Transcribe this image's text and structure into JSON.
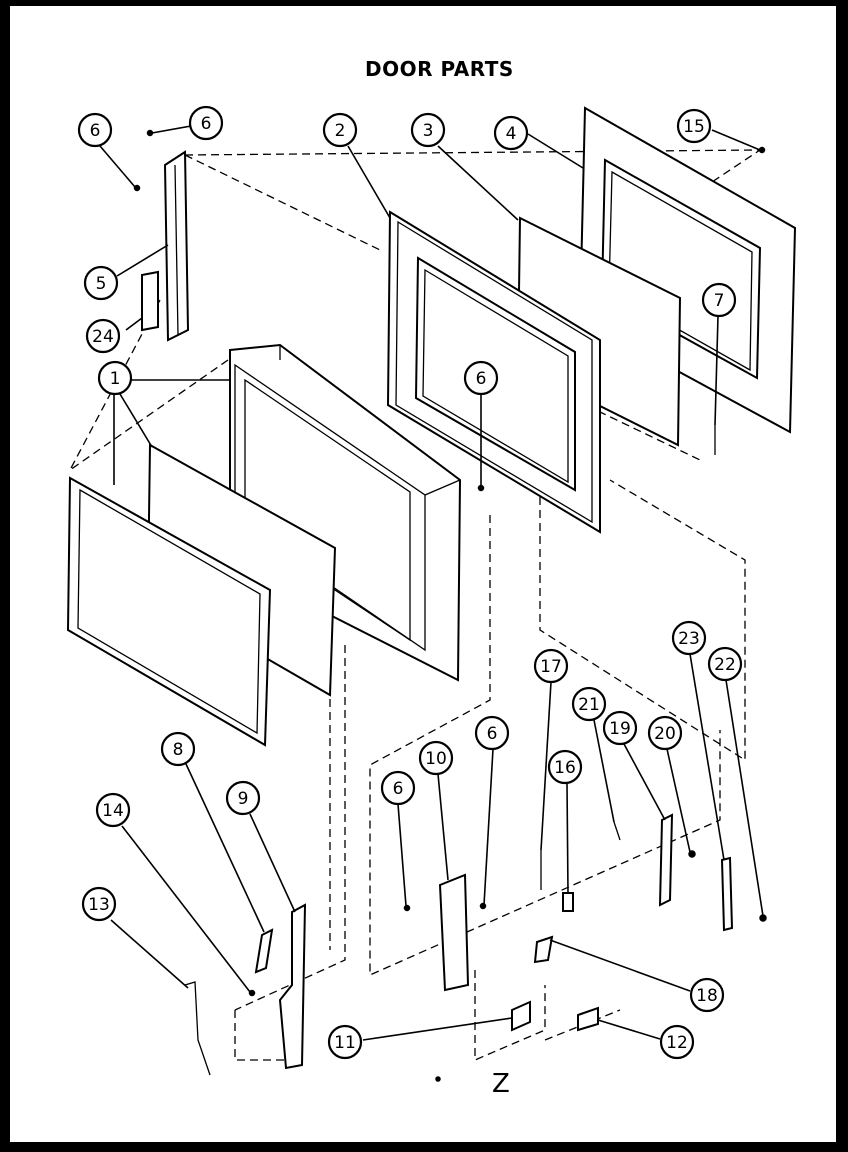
{
  "title": "DOOR PARTS",
  "callouts": [
    "6",
    "6",
    "2",
    "3",
    "4",
    "15",
    "5",
    "24",
    "1",
    "6",
    "7",
    "8",
    "9",
    "14",
    "13",
    "10",
    "6",
    "6",
    "17",
    "21",
    "19",
    "20",
    "23",
    "22",
    "16",
    "18",
    "11",
    "12"
  ],
  "sheet_mark": "Z"
}
